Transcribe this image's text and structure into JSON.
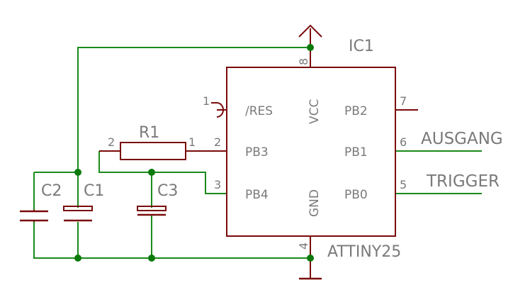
{
  "ic": {
    "name": "IC1",
    "value": "ATTINY25",
    "pins_left": [
      {
        "num": "1",
        "label": "/RES"
      },
      {
        "num": "2",
        "label": "PB3"
      },
      {
        "num": "3",
        "label": "PB4"
      }
    ],
    "pins_right": [
      {
        "num": "7",
        "label": "PB2"
      },
      {
        "num": "6",
        "label": "PB1"
      },
      {
        "num": "5",
        "label": "PB0"
      }
    ],
    "pin_top": {
      "num": "8",
      "label": "VCC"
    },
    "pin_bottom": {
      "num": "4",
      "label": "GND"
    }
  },
  "resistor": {
    "name": "R1",
    "pin_left": "2",
    "pin_right": "1"
  },
  "capacitors": [
    "C2",
    "C1",
    "C3"
  ],
  "nets": {
    "pb1": "AUSGANG",
    "pb0": "TRIGGER"
  },
  "colors": {
    "component": "#7a0a0a",
    "wire": "#1a8a1a",
    "junction": "#0a7a0a",
    "text": "#7a7a7a"
  }
}
